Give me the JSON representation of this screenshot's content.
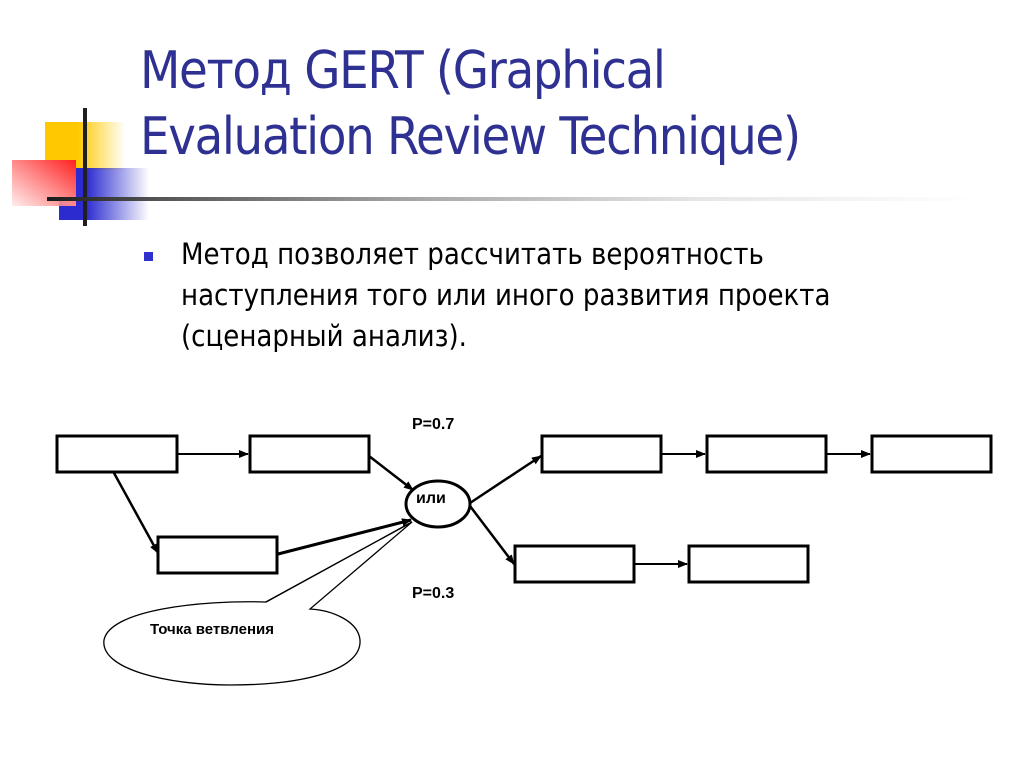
{
  "slide": {
    "title_lines": [
      "Метод GERT (Graphical",
      "Evaluation Review Technique)"
    ],
    "bullet": {
      "lines": [
        "Метод позволяет рассчитать вероятность",
        "наступления того или иного развития проекта",
        "(сценарный анализ)."
      ]
    },
    "colors": {
      "title": "#2e3192",
      "bullet_marker": "#3030cc",
      "deco_yellow": "#ffc800",
      "deco_blue": "#2b2bd0",
      "deco_red": "#ff2020"
    }
  },
  "diagram": {
    "or_node_label": "или",
    "prob_upper": "P=0.7",
    "prob_lower": "P=0.3",
    "callout_label": "Точка ветвления",
    "nodes": [
      {
        "id": "a",
        "label": ""
      },
      {
        "id": "b",
        "label": ""
      },
      {
        "id": "c",
        "label": ""
      },
      {
        "id": "d",
        "label": ""
      },
      {
        "id": "e",
        "label": ""
      },
      {
        "id": "f",
        "label": ""
      },
      {
        "id": "g",
        "label": ""
      },
      {
        "id": "h",
        "label": ""
      }
    ],
    "edges": [
      [
        "a",
        "b"
      ],
      [
        "a",
        "c"
      ],
      [
        "b",
        "or"
      ],
      [
        "c",
        "or"
      ],
      [
        "or",
        "d"
      ],
      [
        "or",
        "g"
      ],
      [
        "d",
        "e"
      ],
      [
        "e",
        "f"
      ],
      [
        "g",
        "h"
      ]
    ]
  }
}
